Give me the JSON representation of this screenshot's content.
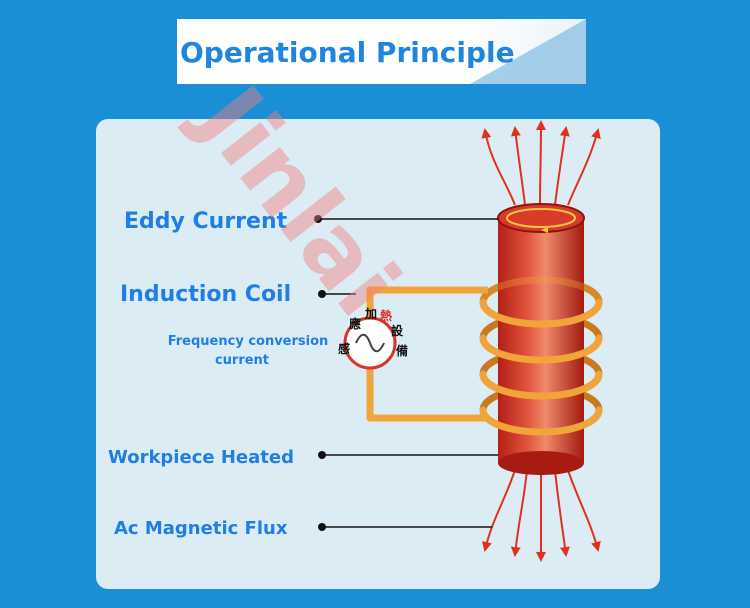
{
  "header": {
    "title": "Operational Principle"
  },
  "watermark": {
    "text": "Jinlai"
  },
  "labels": {
    "eddy_current": "Eddy Current",
    "induction_coil": "Induction Coil",
    "frequency_line1": "Frequency conversion",
    "frequency_line2": "current",
    "workpiece_heated": "Workpiece Heated",
    "magnetic_flux": "Ac Magnetic Flux"
  },
  "seal": {
    "chars": [
      "感",
      "應",
      "加",
      "熱",
      "設",
      "備"
    ]
  },
  "colors": {
    "background": "#1a8fd6",
    "panel": "#dcecf5",
    "label_blue": "#1f7fe6",
    "coil": "#f1a43a",
    "workpiece": "#cf2e22",
    "flux_arrow": "#e0311e",
    "watermark": "#f08080"
  }
}
